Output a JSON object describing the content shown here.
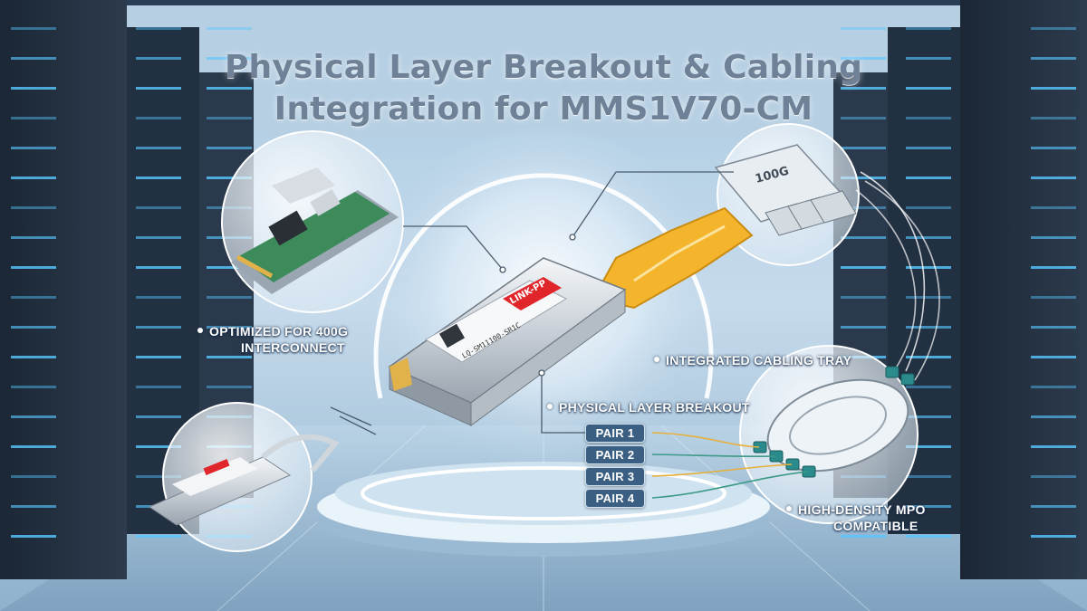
{
  "title": {
    "line1": "Physical Layer Breakout & Cabling",
    "line2": "Integration for MMS1V70-CM"
  },
  "features": {
    "optimized_line1": "OPTIMIZED FOR 400G",
    "optimized_line2": "INTERCONNECT",
    "tray": "INTEGRATED CABLING TRAY",
    "breakout": "PHYSICAL LAYER BREAKOUT",
    "mpo_line1": "HIGH-DENSITY MPO",
    "mpo_line2": "COMPATIBLE"
  },
  "pairs": [
    "PAIR 1",
    "PAIR 2",
    "PAIR 3",
    "PAIR 4"
  ],
  "module": {
    "brand_label": "LINK-PP",
    "product_code": "LQ-SM11100-SR1C"
  },
  "callouts": {
    "speed_label": "100G"
  },
  "colors": {
    "background": "#9fc0da",
    "rack_blue": "#58c6ff",
    "pull_tab": "#f4b42c",
    "brand_red": "#e0262b",
    "mpo_teal": "#2a8a8c",
    "pair_badge": "#3a5f82"
  }
}
